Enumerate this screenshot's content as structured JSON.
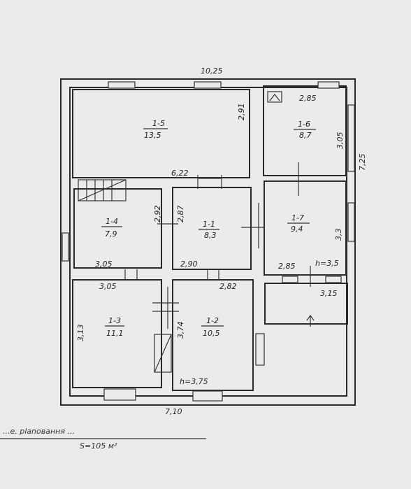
{
  "rooms": [
    {
      "key": "r15",
      "id": "1-5",
      "area": "13,5"
    },
    {
      "key": "r16",
      "id": "1-6",
      "area": "8,7"
    },
    {
      "key": "r14",
      "id": "1-4",
      "area": "7,9"
    },
    {
      "key": "r11",
      "id": "1-1",
      "area": "8,3"
    },
    {
      "key": "r17",
      "id": "1-7",
      "area": "9,4"
    },
    {
      "key": "r13",
      "id": "1-3",
      "area": "11,1"
    },
    {
      "key": "r12",
      "id": "1-2",
      "area": "10,5"
    }
  ],
  "dims": {
    "top": "10,25",
    "r15_right": "2,91",
    "r16_top": "2,85",
    "r16_right": "3,05",
    "outer_right": "7,25",
    "mid_wall": "6,22",
    "r14_a": "2,92",
    "r14_b": "2,87",
    "r14_bottom": "3,05",
    "r11_bottom": "2,90",
    "r17_right": "3,3",
    "r17_bottom": "2,85",
    "r17_height": "h=3,5",
    "r13_top": "3,05",
    "r12_top": "2,82",
    "porch": "3,15",
    "r13_left": "3,13",
    "r12_left": "3,74",
    "r12_height": "h=3,75",
    "bottom": "7,10"
  },
  "caption": {
    "line1": "...е. planoвання ...",
    "line2": "S=105 м²"
  }
}
